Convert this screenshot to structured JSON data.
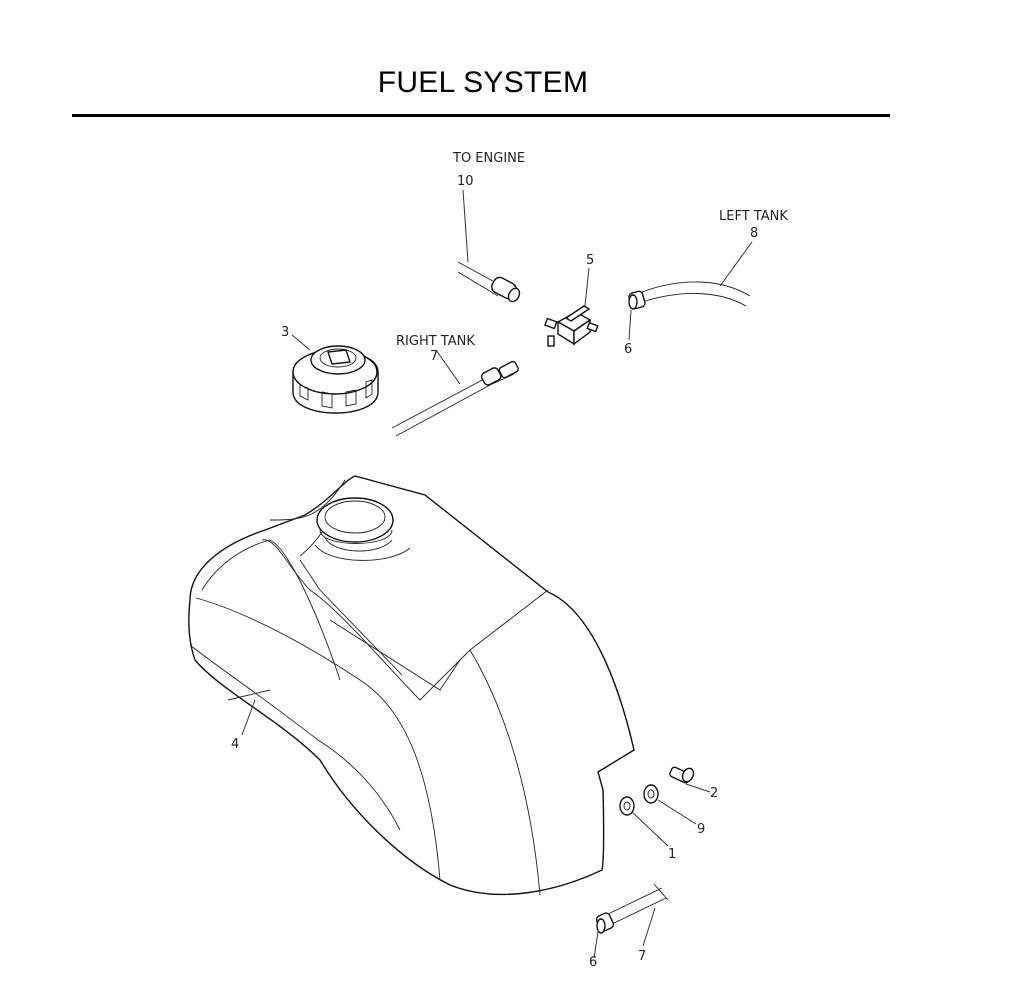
{
  "page": {
    "title": "FUEL SYSTEM"
  },
  "callouts": {
    "to_engine": "TO ENGINE",
    "left_tank": "LEFT TANK",
    "right_tank": "RIGHT TANK"
  },
  "parts": {
    "p1": "1",
    "p2": "2",
    "p3": "3",
    "p4": "4",
    "p5": "5",
    "p6a": "6",
    "p6b": "6",
    "p7a": "7",
    "p7b": "7",
    "p8": "8",
    "p9": "9",
    "p10": "10"
  }
}
